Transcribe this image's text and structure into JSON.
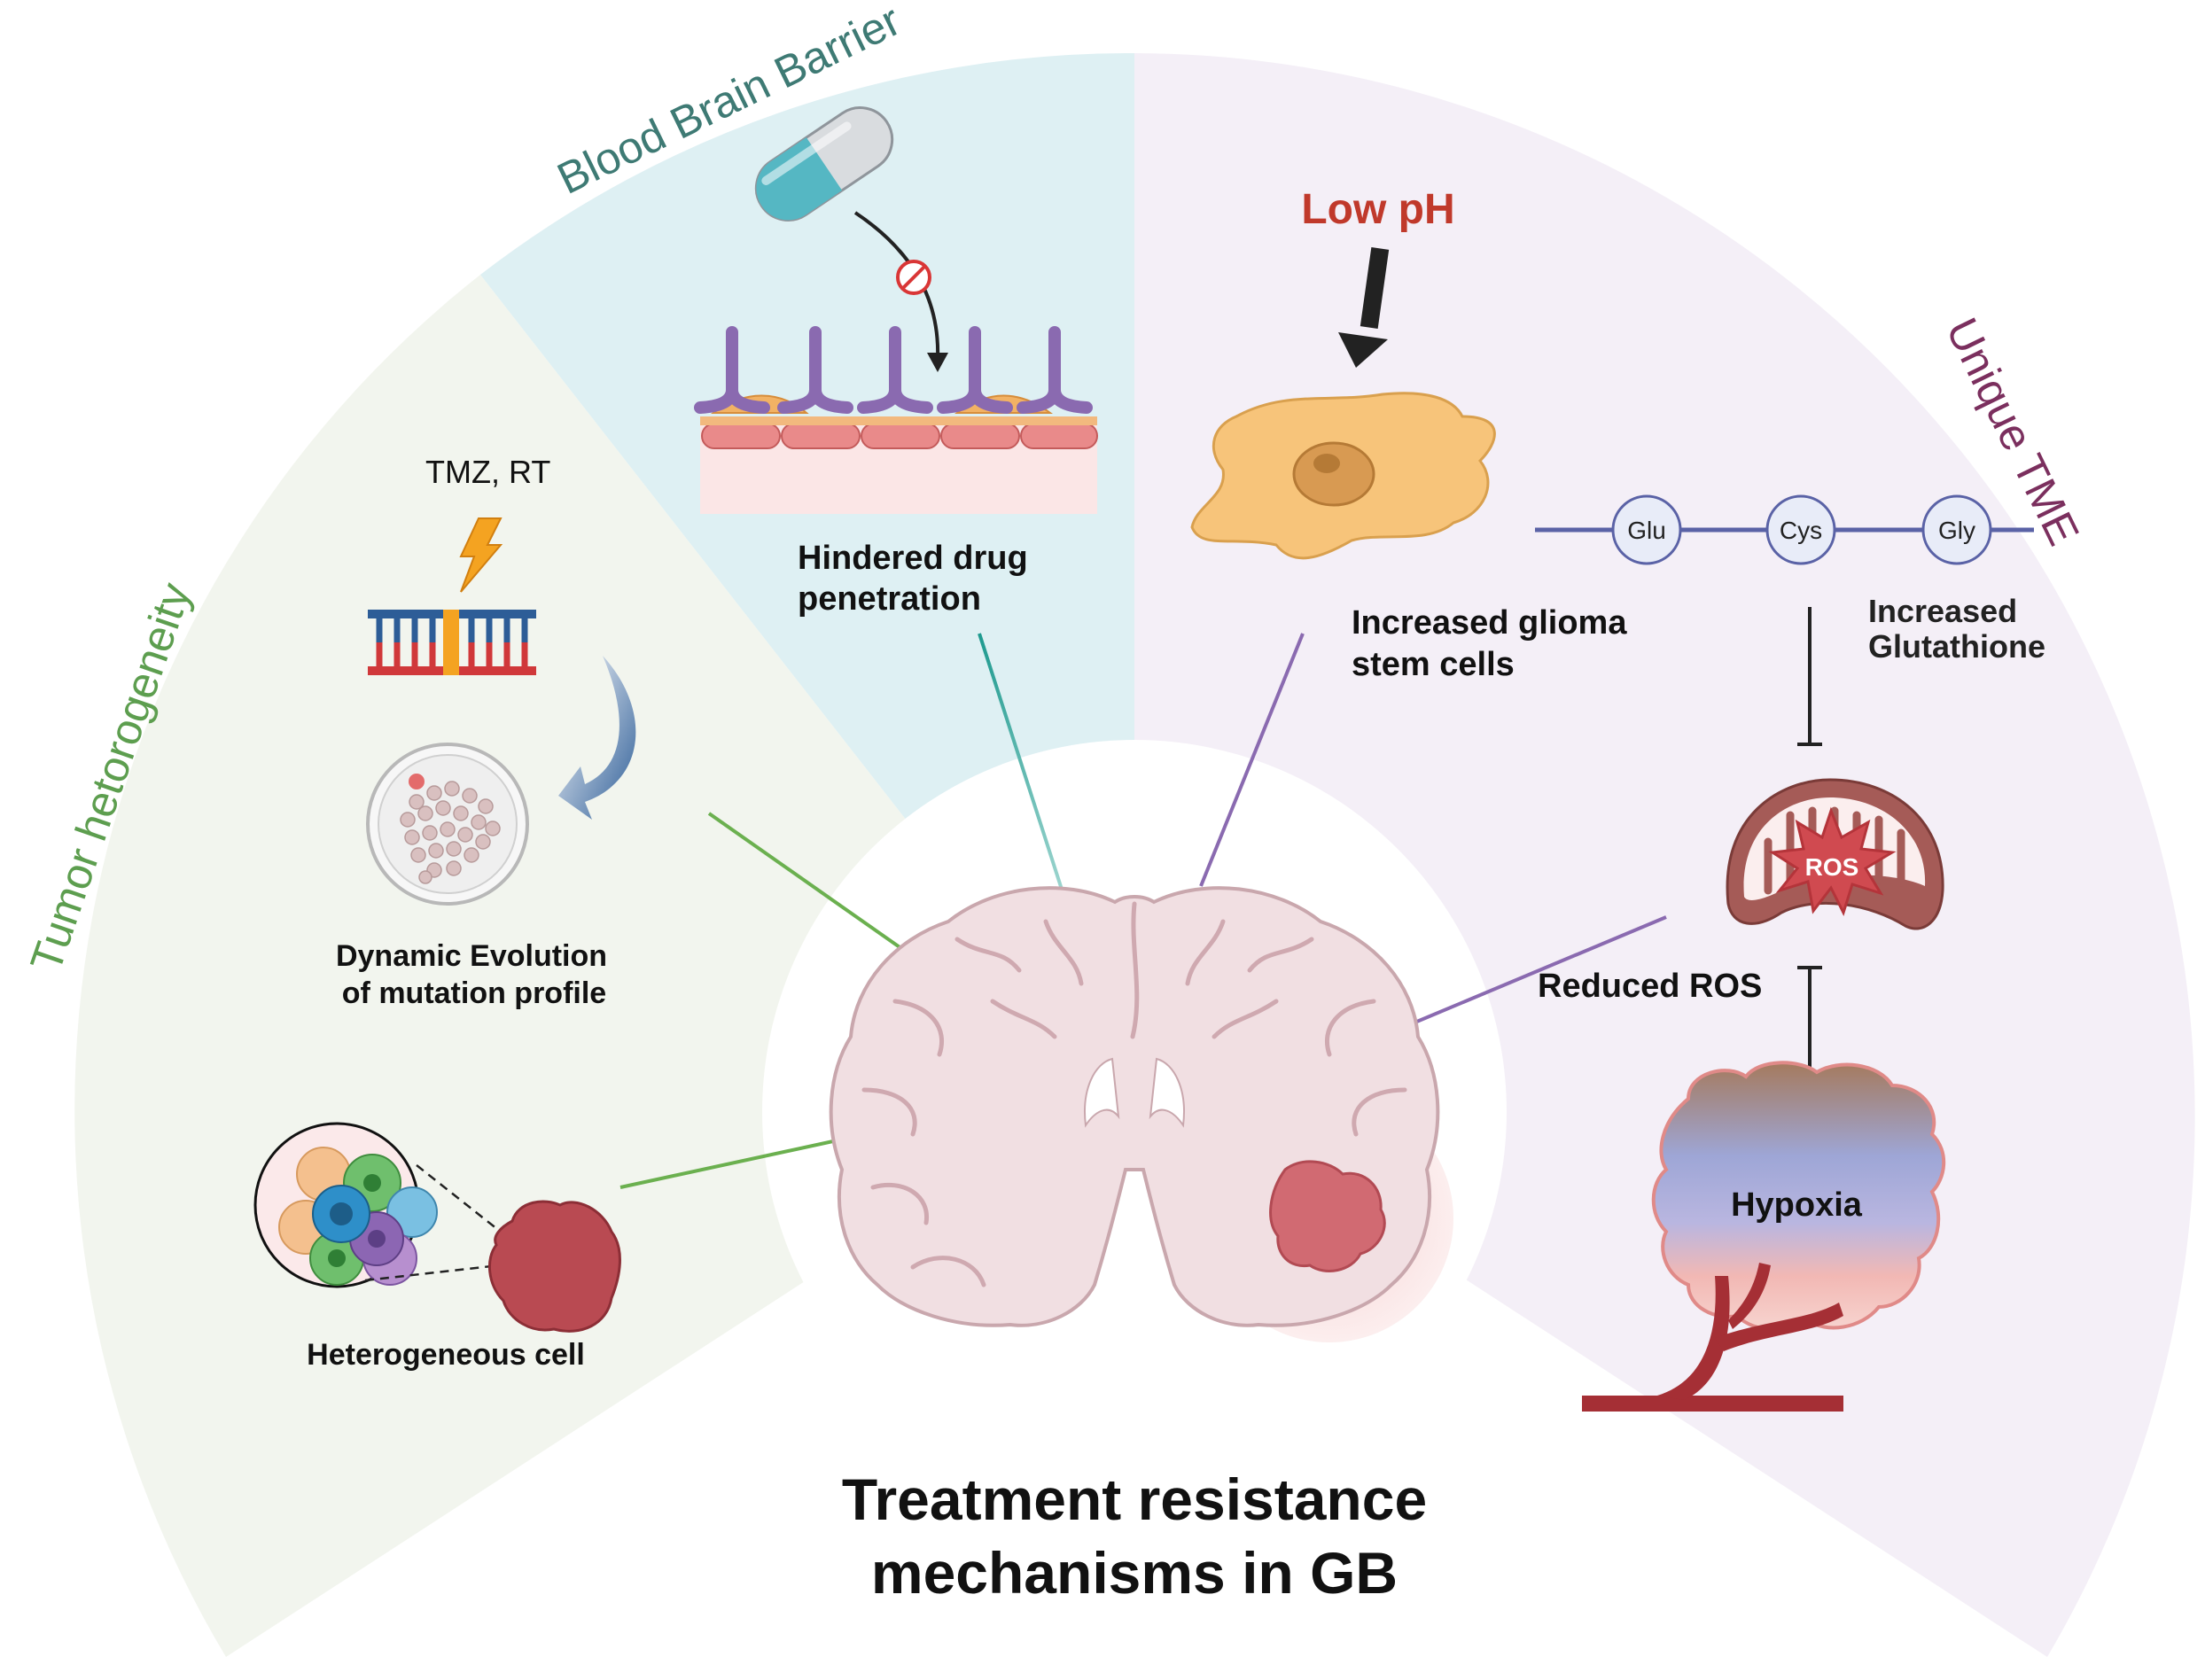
{
  "sectors": {
    "tumor_heterogeneity": "Tumor hetorogeneity",
    "blood_brain_barrier": "Blood Brain Barrier",
    "unique_tme": "Unique TME"
  },
  "labels": {
    "tmz_rt": "TMZ, RT",
    "dynamic_evolution_1": "Dynamic Evolution",
    "dynamic_evolution_2": "of mutation profile",
    "heterogeneous_cell": "Heterogeneous cell",
    "hindered_1": "Hindered drug",
    "hindered_2": "penetration",
    "low_ph": "Low pH",
    "glioma_1": "Increased glioma",
    "glioma_2": "stem cells",
    "glutathione_1": "Increased",
    "glutathione_2": "Glutathione",
    "reduced_ros": "Reduced ROS",
    "ros": "ROS",
    "hypoxia": "Hypoxia",
    "title_1": "Treatment resistance",
    "title_2": "mechanisms in GB"
  },
  "glutathione_chain": [
    "Glu",
    "Cys",
    "Gly"
  ],
  "colors": {
    "tumor_sector": "#f2f5ee",
    "bbb_sector": "#def0f3",
    "tme_sector": "#f4eff7",
    "tumor_text": "#5d9e4f",
    "bbb_text": "#3e7a74",
    "tme_text": "#7b2f5e",
    "low_ph": "#c0392b",
    "brain": "#f1dfe2",
    "tumor": "#b94a52"
  },
  "icons": [
    "drug-capsule-icon",
    "prohibited-icon",
    "lightning-icon",
    "dna-icon",
    "petri-dish-icon",
    "cell-cluster-icon",
    "tumor-mass-icon",
    "stem-cell-icon",
    "down-arrow-icon",
    "mitochondrion-icon",
    "hypoxic-tumor-icon",
    "blood-vessel-icon",
    "brain-coronal-icon"
  ]
}
